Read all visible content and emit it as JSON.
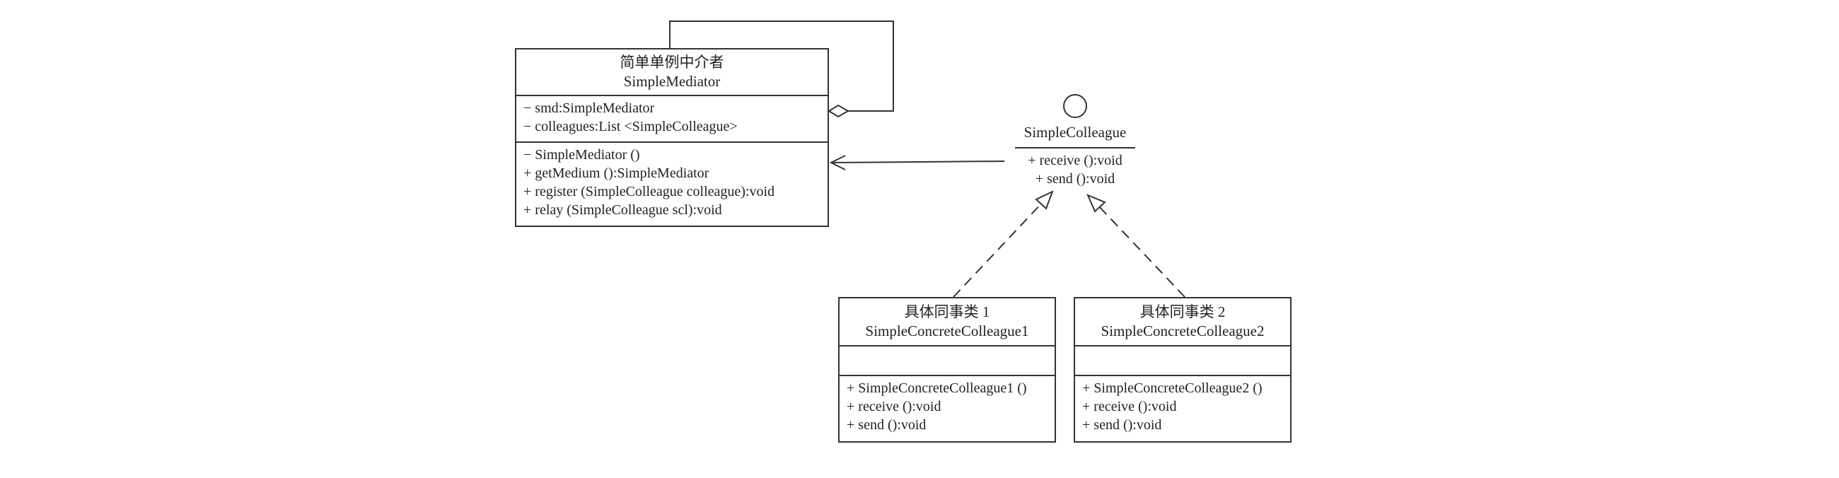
{
  "mediator": {
    "cn_name": "简单单例中介者",
    "en_name": "SimpleMediator",
    "attributes": [
      "− smd:SimpleMediator",
      "− colleagues:List <SimpleColleague>"
    ],
    "operations": [
      "− SimpleMediator ()",
      "+ getMedium ():SimpleMediator",
      "+ register (SimpleColleague colleague):void",
      "+ relay (SimpleColleague scl):void"
    ]
  },
  "colleague_interface": {
    "name": "SimpleColleague",
    "operations": [
      "+ receive ():void",
      "+ send ():void"
    ]
  },
  "concrete1": {
    "cn_name": "具体同事类 1",
    "en_name": "SimpleConcreteColleague1",
    "operations": [
      "+ SimpleConcreteColleague1 ()",
      "+ receive ():void",
      "+ send ():void"
    ]
  },
  "concrete2": {
    "cn_name": "具体同事类 2",
    "en_name": "SimpleConcreteColleague2",
    "operations": [
      "+ SimpleConcreteColleague2 ()",
      "+ receive ():void",
      "+ send ():void"
    ]
  }
}
